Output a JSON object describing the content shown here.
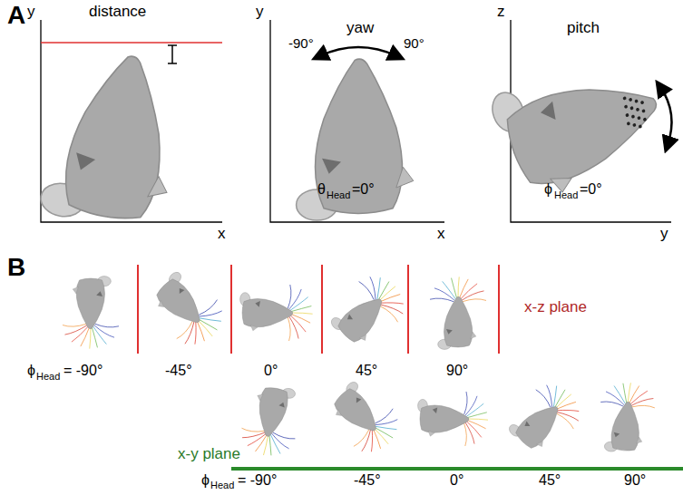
{
  "diagram": {
    "labels": [
      "A",
      "y",
      "distance",
      "x",
      "y",
      "yaw",
      "-90°",
      "90°",
      "θ",
      "Head",
      "=0°",
      "x",
      "z",
      "pitch",
      "y",
      "ϕ",
      "Head",
      "=0°",
      "B",
      "x-z plane",
      "ϕ",
      "Head",
      "= -90°",
      "-45°",
      "0°",
      "45°",
      "90°",
      "x-y plane",
      "ϕ",
      "Head",
      "= -90°",
      "-45°",
      "0°",
      "45°",
      "90°"
    ]
  }
}
